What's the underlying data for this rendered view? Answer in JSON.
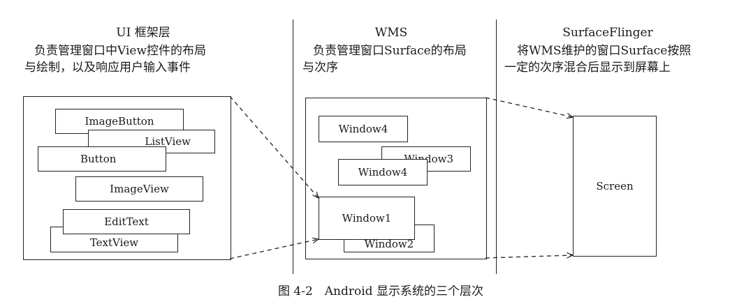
{
  "columns": {
    "ui": {
      "title": "UI 框架层",
      "desc_line1": "负责管理窗口中View控件的布局",
      "desc_line2": "与绘制，以及响应用户输入事件"
    },
    "wms": {
      "title": "WMS",
      "desc_line1": "负责管理窗口Surface的布局",
      "desc_line2": "与次序"
    },
    "sf": {
      "title": "SurfaceFlinger",
      "desc_line1": "将WMS维护的窗口Surface按照",
      "desc_line2": "一定的次序混合后显示到屏幕上"
    }
  },
  "ui_views": {
    "image_button": "ImageButton",
    "list_view": "ListView",
    "button": "Button",
    "image_view": "ImageView",
    "edit_text": "EditText",
    "text_view": "TextView"
  },
  "wms_windows": {
    "window4_top": "Window4",
    "window3": "Window3",
    "window4": "Window4",
    "window1": "Window1",
    "window2": "Window2"
  },
  "screen": {
    "label": "Screen"
  },
  "caption": "图 4-2　Android 显示系统的三个层次"
}
